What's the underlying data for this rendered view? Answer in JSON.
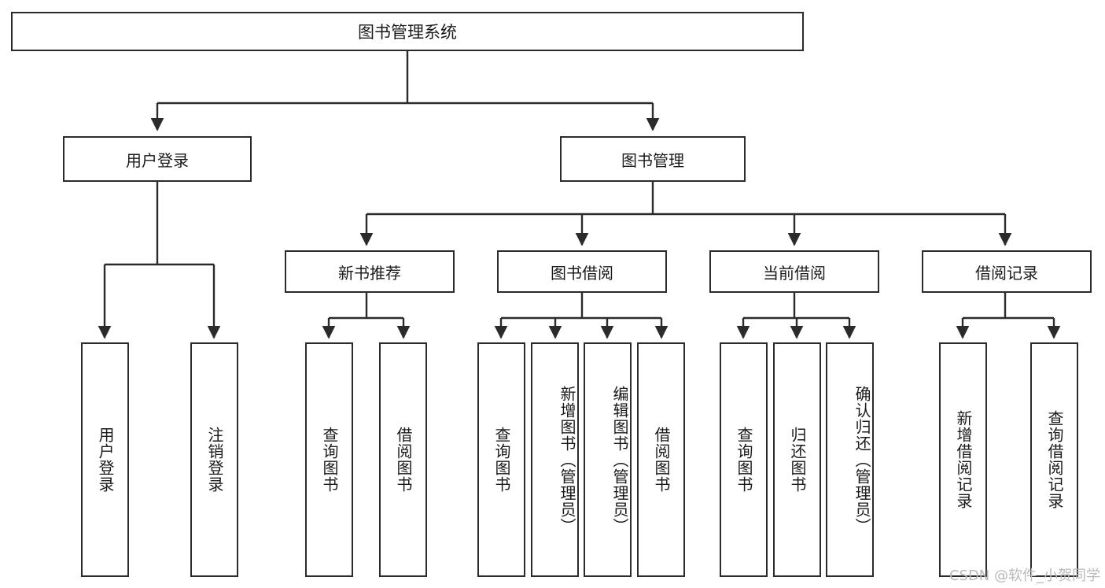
{
  "diagram": {
    "title": "图书管理系统",
    "type": "tree-hierarchy",
    "colors": {
      "stroke": "#2b2b2b",
      "fill": "#ffffff",
      "text": "#1a1a1a",
      "watermark": "#b9b9b9"
    },
    "root": {
      "label": "图书管理系统"
    },
    "level2": [
      {
        "label": "用户登录"
      },
      {
        "label": "图书管理"
      }
    ],
    "level3": [
      {
        "label": "新书推荐"
      },
      {
        "label": "图书借阅"
      },
      {
        "label": "当前借阅"
      },
      {
        "label": "借阅记录"
      }
    ],
    "leaves": [
      {
        "label": "用户登录",
        "parent": "用户登录"
      },
      {
        "label": "注销登录",
        "parent": "用户登录"
      },
      {
        "label": "查询图书",
        "parent": "新书推荐"
      },
      {
        "label": "借阅图书",
        "parent": "新书推荐"
      },
      {
        "label": "查询图书",
        "parent": "图书借阅"
      },
      {
        "label": "新增图书（管理员）",
        "parent": "图书借阅"
      },
      {
        "label": "编辑图书（管理员）",
        "parent": "图书借阅"
      },
      {
        "label": "借阅图书",
        "parent": "图书借阅"
      },
      {
        "label": "查询图书",
        "parent": "当前借阅"
      },
      {
        "label": "归还图书",
        "parent": "当前借阅"
      },
      {
        "label": "确认归还（管理员）",
        "parent": "当前借阅"
      },
      {
        "label": "新增借阅记录",
        "parent": "借阅记录"
      },
      {
        "label": "查询借阅记录",
        "parent": "借阅记录"
      }
    ]
  },
  "watermark": {
    "text": "CSDN @软件_小贺同学"
  }
}
